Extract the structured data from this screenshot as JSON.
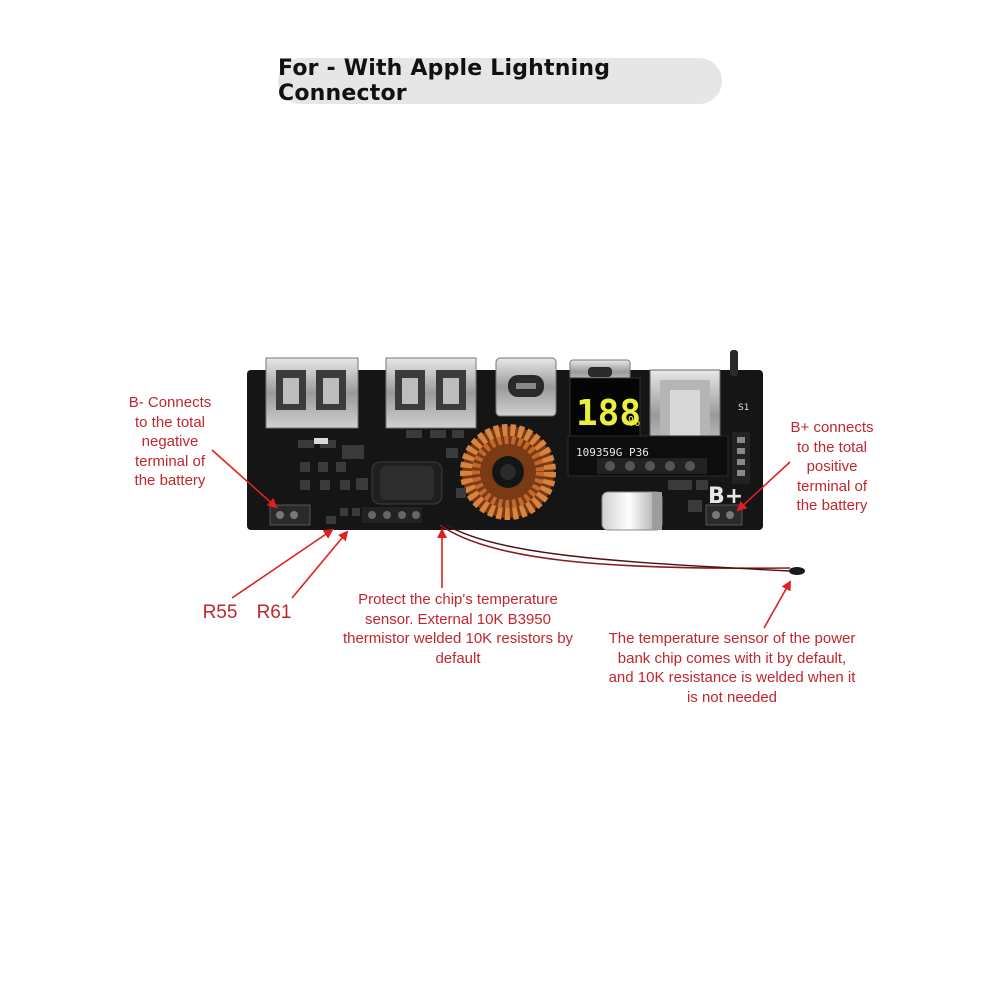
{
  "title": "For - With Apple Lightning Connector",
  "annotations": {
    "b_minus": [
      "B- Connects",
      "to the total",
      "negative",
      "terminal of",
      "the battery"
    ],
    "b_plus": [
      "B+ connects",
      "to the total",
      "positive",
      "terminal of",
      "the battery"
    ],
    "r55": "R55",
    "r61": "R61",
    "chip_temp": [
      "Protect the chip's temperature",
      "sensor. External 10K B3950",
      "thermistor welded 10K resistors by",
      "default"
    ],
    "sensor_default": [
      "The temperature sensor of the power",
      "bank chip comes with it by default,",
      "and 10K resistance is welded when it",
      "is not needed"
    ]
  },
  "board": {
    "silk_label": "109359G_P36",
    "bplus_label": "B+",
    "s1_label": "S1",
    "display_digits": "188",
    "display_unit": "%"
  },
  "colors": {
    "annotation": "#c0272d",
    "pcb": "#151515",
    "display_digits": "#e9ef3c",
    "coil": "#c26a2e"
  }
}
